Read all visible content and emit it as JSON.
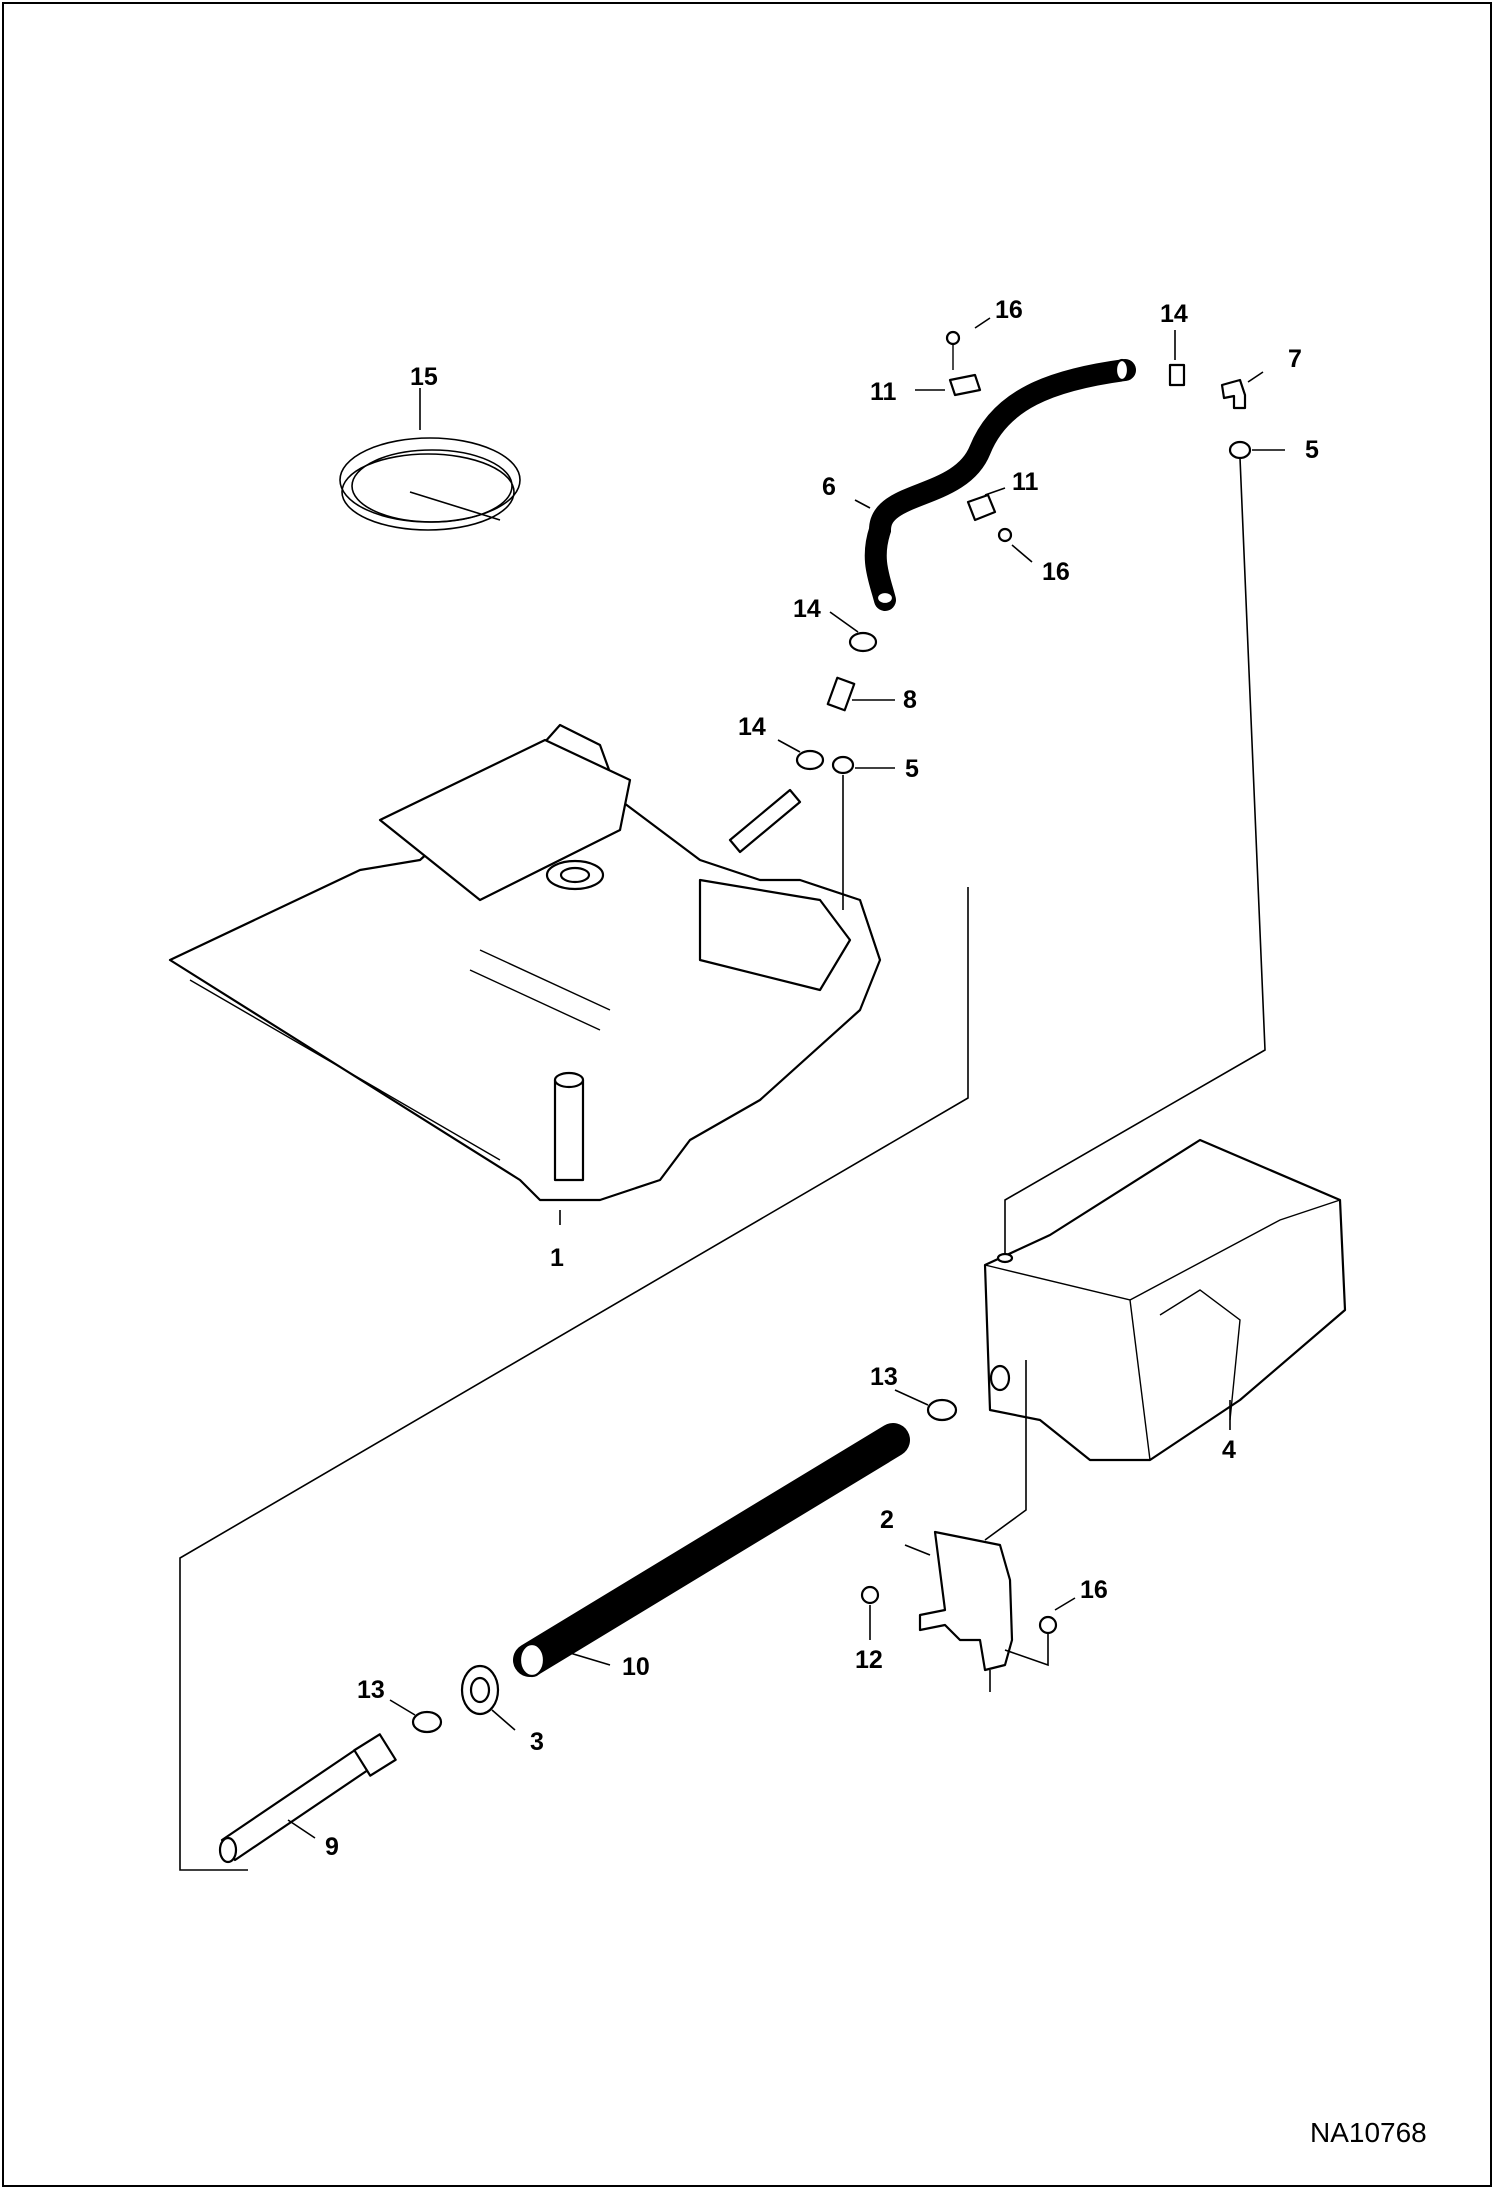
{
  "drawing_code": "NA10768",
  "callouts": [
    {
      "id": "c15",
      "text": "15"
    },
    {
      "id": "c16a",
      "text": "16"
    },
    {
      "id": "c14a",
      "text": "14"
    },
    {
      "id": "c7",
      "text": "7"
    },
    {
      "id": "c11a",
      "text": "11"
    },
    {
      "id": "c5a",
      "text": "5"
    },
    {
      "id": "c6",
      "text": "6"
    },
    {
      "id": "c11b",
      "text": "11"
    },
    {
      "id": "c16b",
      "text": "16"
    },
    {
      "id": "c14b",
      "text": "14"
    },
    {
      "id": "c8",
      "text": "8"
    },
    {
      "id": "c14c",
      "text": "14"
    },
    {
      "id": "c5b",
      "text": "5"
    },
    {
      "id": "c1",
      "text": "1"
    },
    {
      "id": "c13a",
      "text": "13"
    },
    {
      "id": "c4",
      "text": "4"
    },
    {
      "id": "c2",
      "text": "2"
    },
    {
      "id": "c16c",
      "text": "16"
    },
    {
      "id": "c12",
      "text": "12"
    },
    {
      "id": "c10",
      "text": "10"
    },
    {
      "id": "c13b",
      "text": "13"
    },
    {
      "id": "c3",
      "text": "3"
    },
    {
      "id": "c9",
      "text": "9"
    }
  ]
}
